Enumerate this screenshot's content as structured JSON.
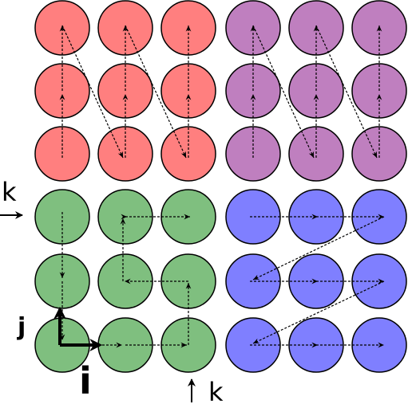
{
  "labels": {
    "k_left": "k",
    "k_bottom": "k",
    "j_axis": "j",
    "i_axis": "i"
  },
  "blocks": [
    {
      "name": "top-left",
      "fill": "#ff7f7f",
      "scan": "column-upward-zigzag"
    },
    {
      "name": "top-right",
      "fill": "#bf7fbf",
      "scan": "column-upward-zigzag"
    },
    {
      "name": "bottom-left",
      "fill": "#7fbf7f",
      "scan": "serpentine"
    },
    {
      "name": "bottom-right",
      "fill": "#7f7fff",
      "scan": "row-rightward-zigzag"
    }
  ],
  "colors": {
    "stroke": "#000000",
    "background": "#ffffff"
  }
}
